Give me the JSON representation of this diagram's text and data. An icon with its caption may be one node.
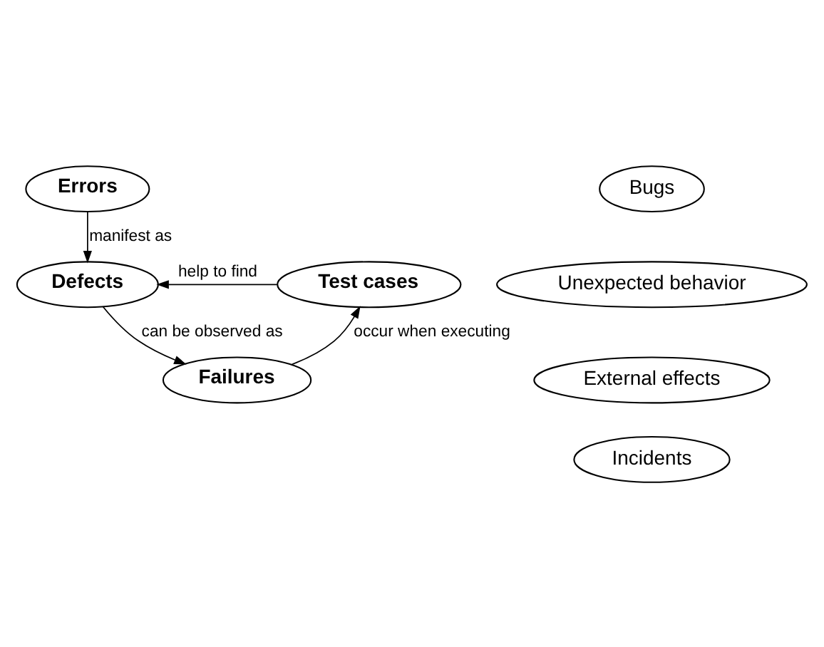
{
  "diagram": {
    "nodes": [
      {
        "text": [
          "Errors"
        ]
      },
      {
        "text": [
          "Bugs"
        ]
      },
      {
        "text": [
          "Defects"
        ]
      },
      {
        "text": [
          "Unexpected behavior"
        ]
      },
      {
        "text": [
          "Test cases"
        ]
      },
      {
        "text": [
          "Failures"
        ]
      },
      {
        "text": [
          "External effects"
        ]
      },
      {
        "text": [
          "Incidents"
        ]
      }
    ],
    "edges": [
      {
        "from": 0,
        "to": 2,
        "arrow": "to",
        "label": "manifest as"
      },
      {
        "from": 4,
        "to": 2,
        "arrow": "to",
        "label": "help to find"
      },
      {
        "from": 2,
        "to": 5,
        "arrow": "to",
        "label": "can be observed as"
      },
      {
        "from": 5,
        "to": 4,
        "arrow": "to",
        "label": "occur when executing"
      }
    ]
  }
}
